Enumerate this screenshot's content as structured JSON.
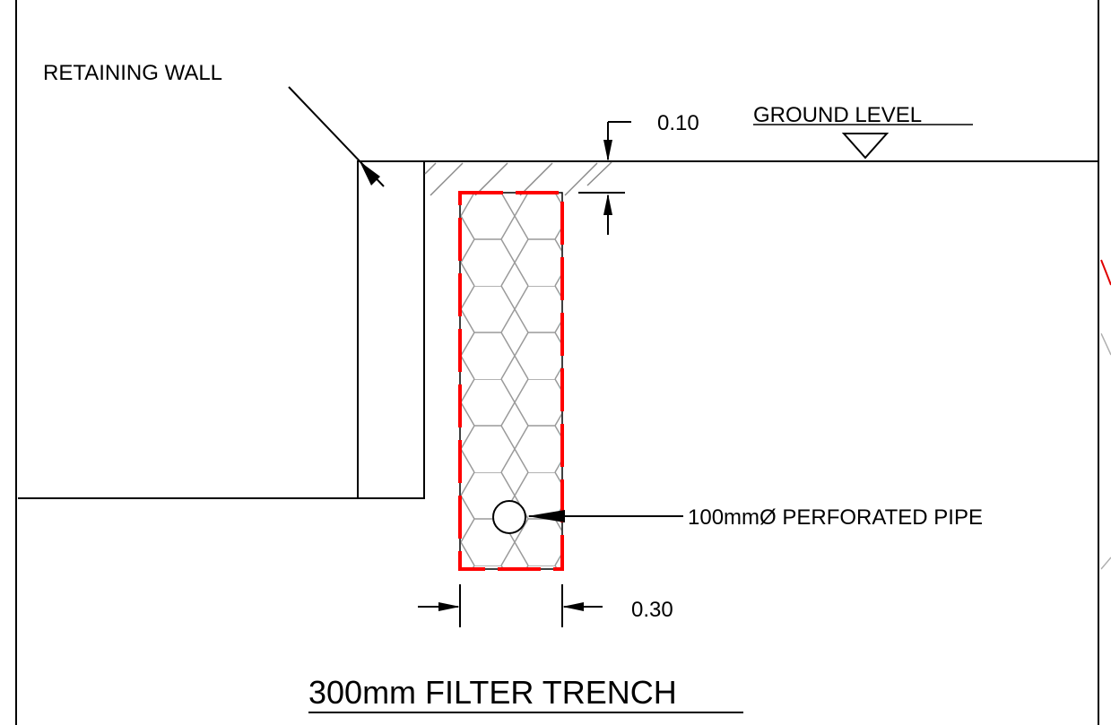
{
  "labels": {
    "retaining_wall": "RETAINING WALL",
    "ground_level": "GROUND LEVEL",
    "cover_depth": "0.10",
    "trench_width": "0.30",
    "perforated_pipe": "100mmØ PERFORATED PIPE",
    "title": "300mm FILTER TRENCH"
  },
  "colors": {
    "line": "#000000",
    "hatch": "#8a8a8a",
    "geotextile": "#ff0000",
    "background": "#ffffff"
  }
}
